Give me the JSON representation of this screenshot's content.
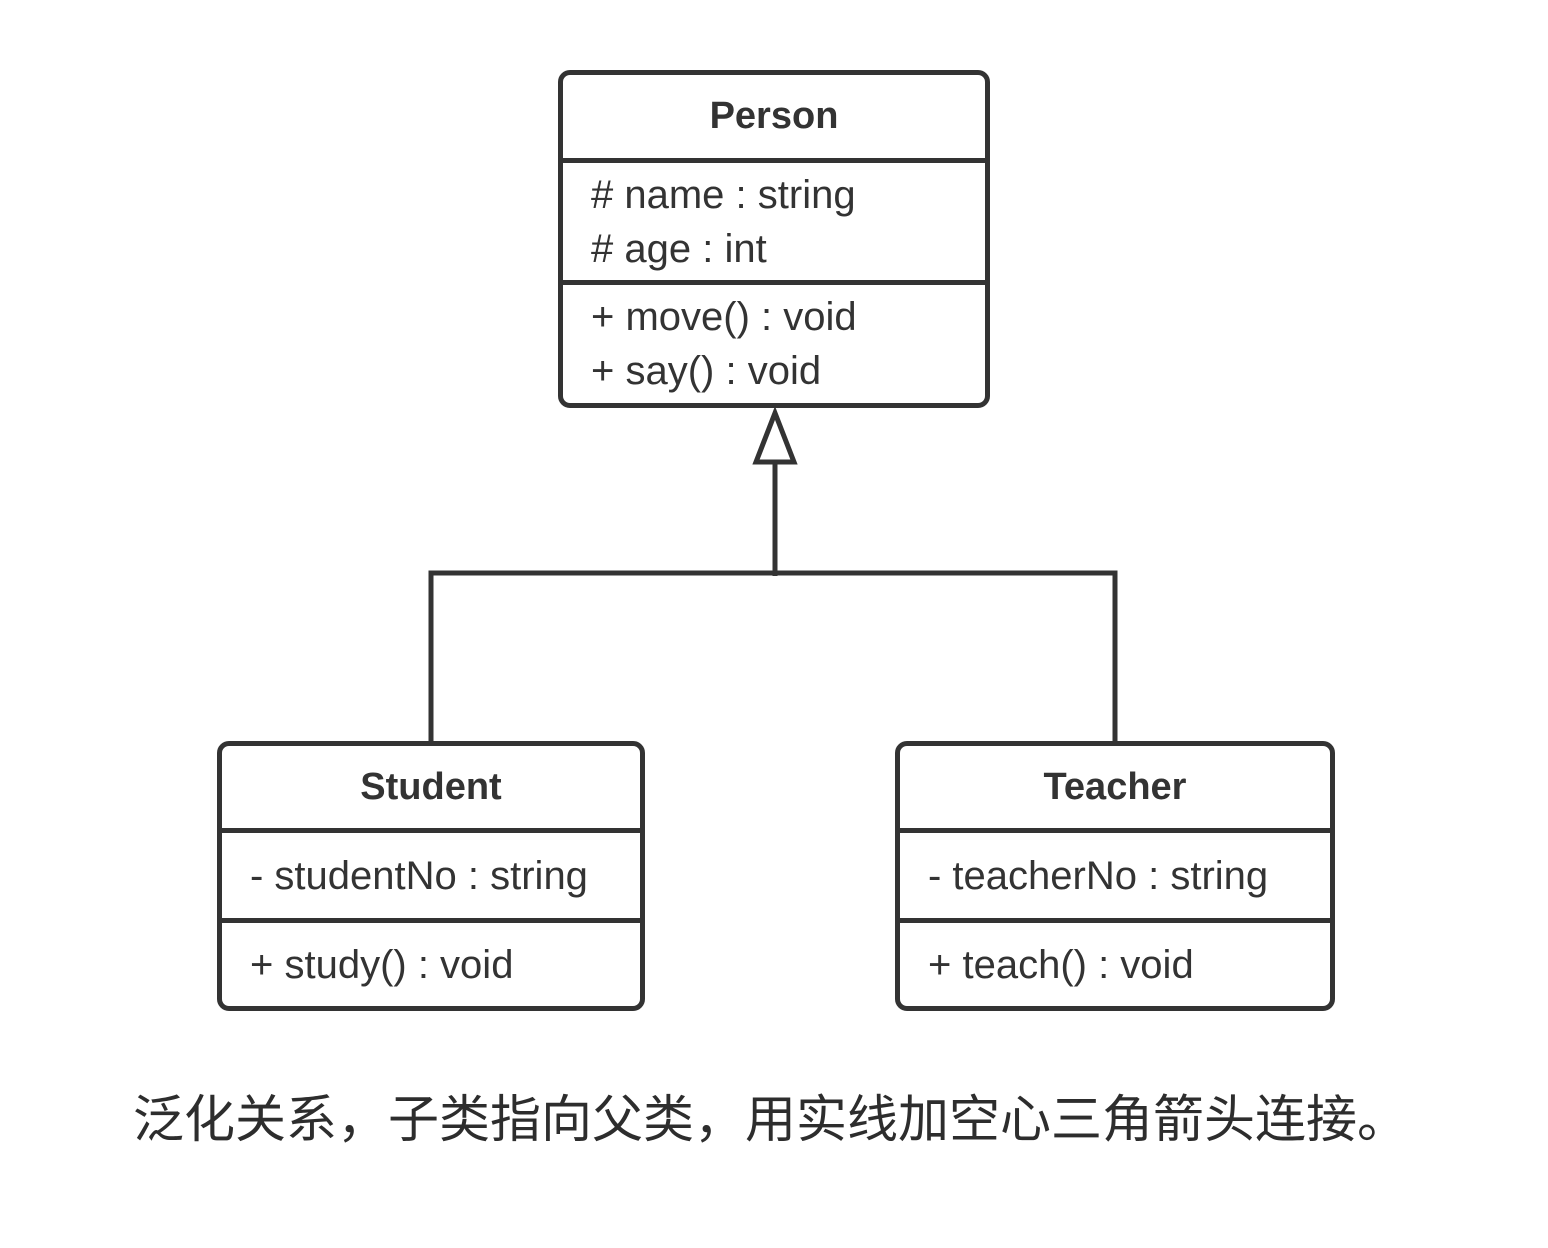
{
  "diagram": {
    "type": "uml-class-diagram",
    "background": "#ffffff",
    "line_color": "#333333",
    "text_color": "#333333",
    "classes": [
      {
        "name": "Person",
        "attributes": [
          "# name : string",
          "# age : int"
        ],
        "methods": [
          "+ move() : void",
          "+ say() : void"
        ]
      },
      {
        "name": "Student",
        "attributes": [
          "- studentNo : string"
        ],
        "methods": [
          "+ study() : void"
        ]
      },
      {
        "name": "Teacher",
        "attributes": [
          "- teacherNo : string"
        ],
        "methods": [
          "+ teach() : void"
        ]
      }
    ],
    "relationships": [
      {
        "type": "generalization",
        "from": "Student",
        "to": "Person",
        "arrow": "hollow-triangle"
      },
      {
        "type": "generalization",
        "from": "Teacher",
        "to": "Person",
        "arrow": "hollow-triangle"
      }
    ],
    "caption": "泛化关系，子类指向父类，用实线加空心三角箭头连接。"
  }
}
